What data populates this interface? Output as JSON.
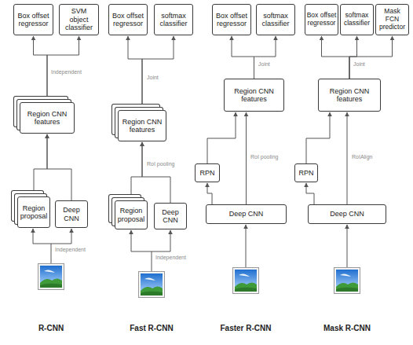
{
  "diagram": {
    "nodes": [
      {
        "text": [
          "Box offset regressor"
        ]
      },
      {
        "text": [
          "SVM object classifier"
        ]
      },
      {
        "text": [
          "Region CNN features"
        ]
      },
      {
        "text": [
          "Region proposal"
        ]
      },
      {
        "text": [
          "Deep CNN"
        ]
      },
      {
        "text": [
          "Box offset regressor"
        ]
      },
      {
        "text": [
          "softmax classifier"
        ]
      },
      {
        "text": [
          "Region CNN features"
        ]
      },
      {
        "text": [
          "Region proposal"
        ]
      },
      {
        "text": [
          "Deep CNN"
        ]
      },
      {
        "text": [
          "Box offset regressor"
        ]
      },
      {
        "text": [
          "softmax classifier"
        ]
      },
      {
        "text": [
          "Region CNN features"
        ]
      },
      {
        "text": [
          "RPN"
        ]
      },
      {
        "text": [
          "Deep CNN"
        ]
      },
      {
        "text": [
          "Box offset regressor"
        ]
      },
      {
        "text": [
          "softmax classifier"
        ]
      },
      {
        "text": [
          "Mask FCN predictor"
        ]
      },
      {
        "text": [
          "Region CNN features"
        ]
      },
      {
        "text": [
          "RPN"
        ]
      },
      {
        "text": [
          "Deep CNN"
        ]
      }
    ],
    "edges": [
      {
        "from": 3,
        "to": 2,
        "arrow": "to"
      },
      {
        "from": 4,
        "to": 2,
        "arrow": "to"
      },
      {
        "from": 2,
        "to": 0,
        "arrow": "to",
        "label": "Independent"
      },
      {
        "from": 2,
        "to": 1,
        "arrow": "to"
      },
      {
        "from": 8,
        "to": 7,
        "arrow": "to"
      },
      {
        "from": 9,
        "to": 7,
        "arrow": "to",
        "label": "RoI pooling"
      },
      {
        "from": 7,
        "to": 5,
        "arrow": "to",
        "label": "Joint"
      },
      {
        "from": 7,
        "to": 6,
        "arrow": "to"
      },
      {
        "from": 14,
        "to": 13,
        "arrow": "to"
      },
      {
        "from": 13,
        "to": 12,
        "arrow": "to"
      },
      {
        "from": 14,
        "to": 12,
        "arrow": "to",
        "label": "RoI pooling"
      },
      {
        "from": 12,
        "to": 10,
        "arrow": "to",
        "label": "Joint"
      },
      {
        "from": 12,
        "to": 11,
        "arrow": "to"
      },
      {
        "from": 20,
        "to": 19,
        "arrow": "to"
      },
      {
        "from": 19,
        "to": 18,
        "arrow": "to"
      },
      {
        "from": 20,
        "to": 18,
        "arrow": "to",
        "label": "RoIAlign"
      },
      {
        "from": 18,
        "to": 15,
        "arrow": "to",
        "label": "Joint"
      },
      {
        "from": 18,
        "to": 16,
        "arrow": "to"
      },
      {
        "from": 18,
        "to": 17,
        "arrow": "to"
      }
    ],
    "labels": [
      "Independent",
      "Independent",
      "R-CNN",
      "Fast R-CNN",
      "Faster R-CNN",
      "Mask R-CNN"
    ]
  }
}
